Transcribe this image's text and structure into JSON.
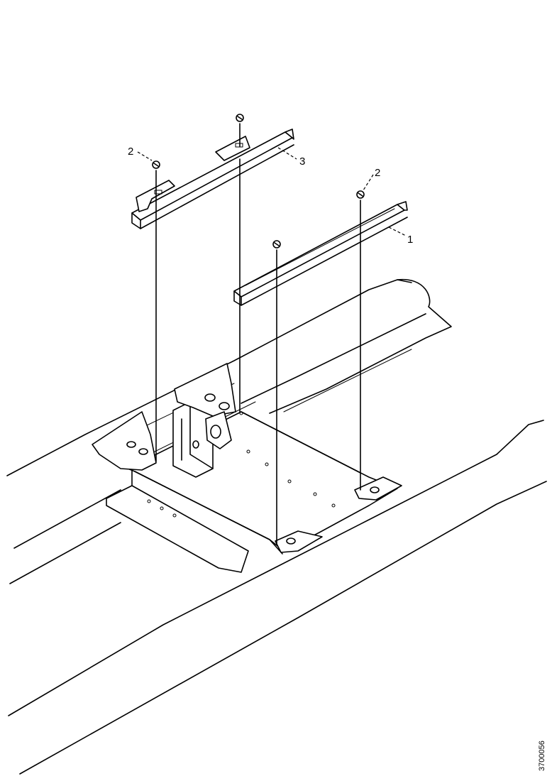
{
  "callouts": {
    "part1": "1",
    "part2_left": "2",
    "part2_right": "2",
    "part3": "3"
  },
  "document_id": "3700056"
}
